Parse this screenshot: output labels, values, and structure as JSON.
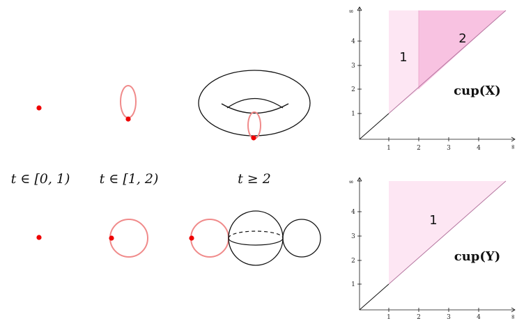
{
  "colors": {
    "point": "#ee0000",
    "loop": "#f08a8a",
    "region_light": "#fde6f3",
    "region_dark": "#f8c2e1",
    "region_edge": "#e9a3c7",
    "diagonal": "#b577a0",
    "outline": "#111111"
  },
  "time_labels": [
    "t ∈ [0, 1)",
    "t ∈ [1, 2)",
    "t ≥ 2"
  ],
  "charts": {
    "top": {
      "inf_label": "∞",
      "x_ticks": [
        "1",
        "2",
        "3",
        "4",
        "∞"
      ],
      "y_ticks": [
        "1",
        "2",
        "3",
        "4"
      ],
      "region_labels": [
        "1",
        "2"
      ],
      "cup_label": "cup(X)"
    },
    "bottom": {
      "inf_label": "∞",
      "x_ticks": [
        "1",
        "2",
        "3",
        "4",
        "∞"
      ],
      "y_ticks": [
        "1",
        "2",
        "3",
        "4"
      ],
      "region_labels": [
        "1"
      ],
      "cup_label": "cup(Y)"
    }
  }
}
